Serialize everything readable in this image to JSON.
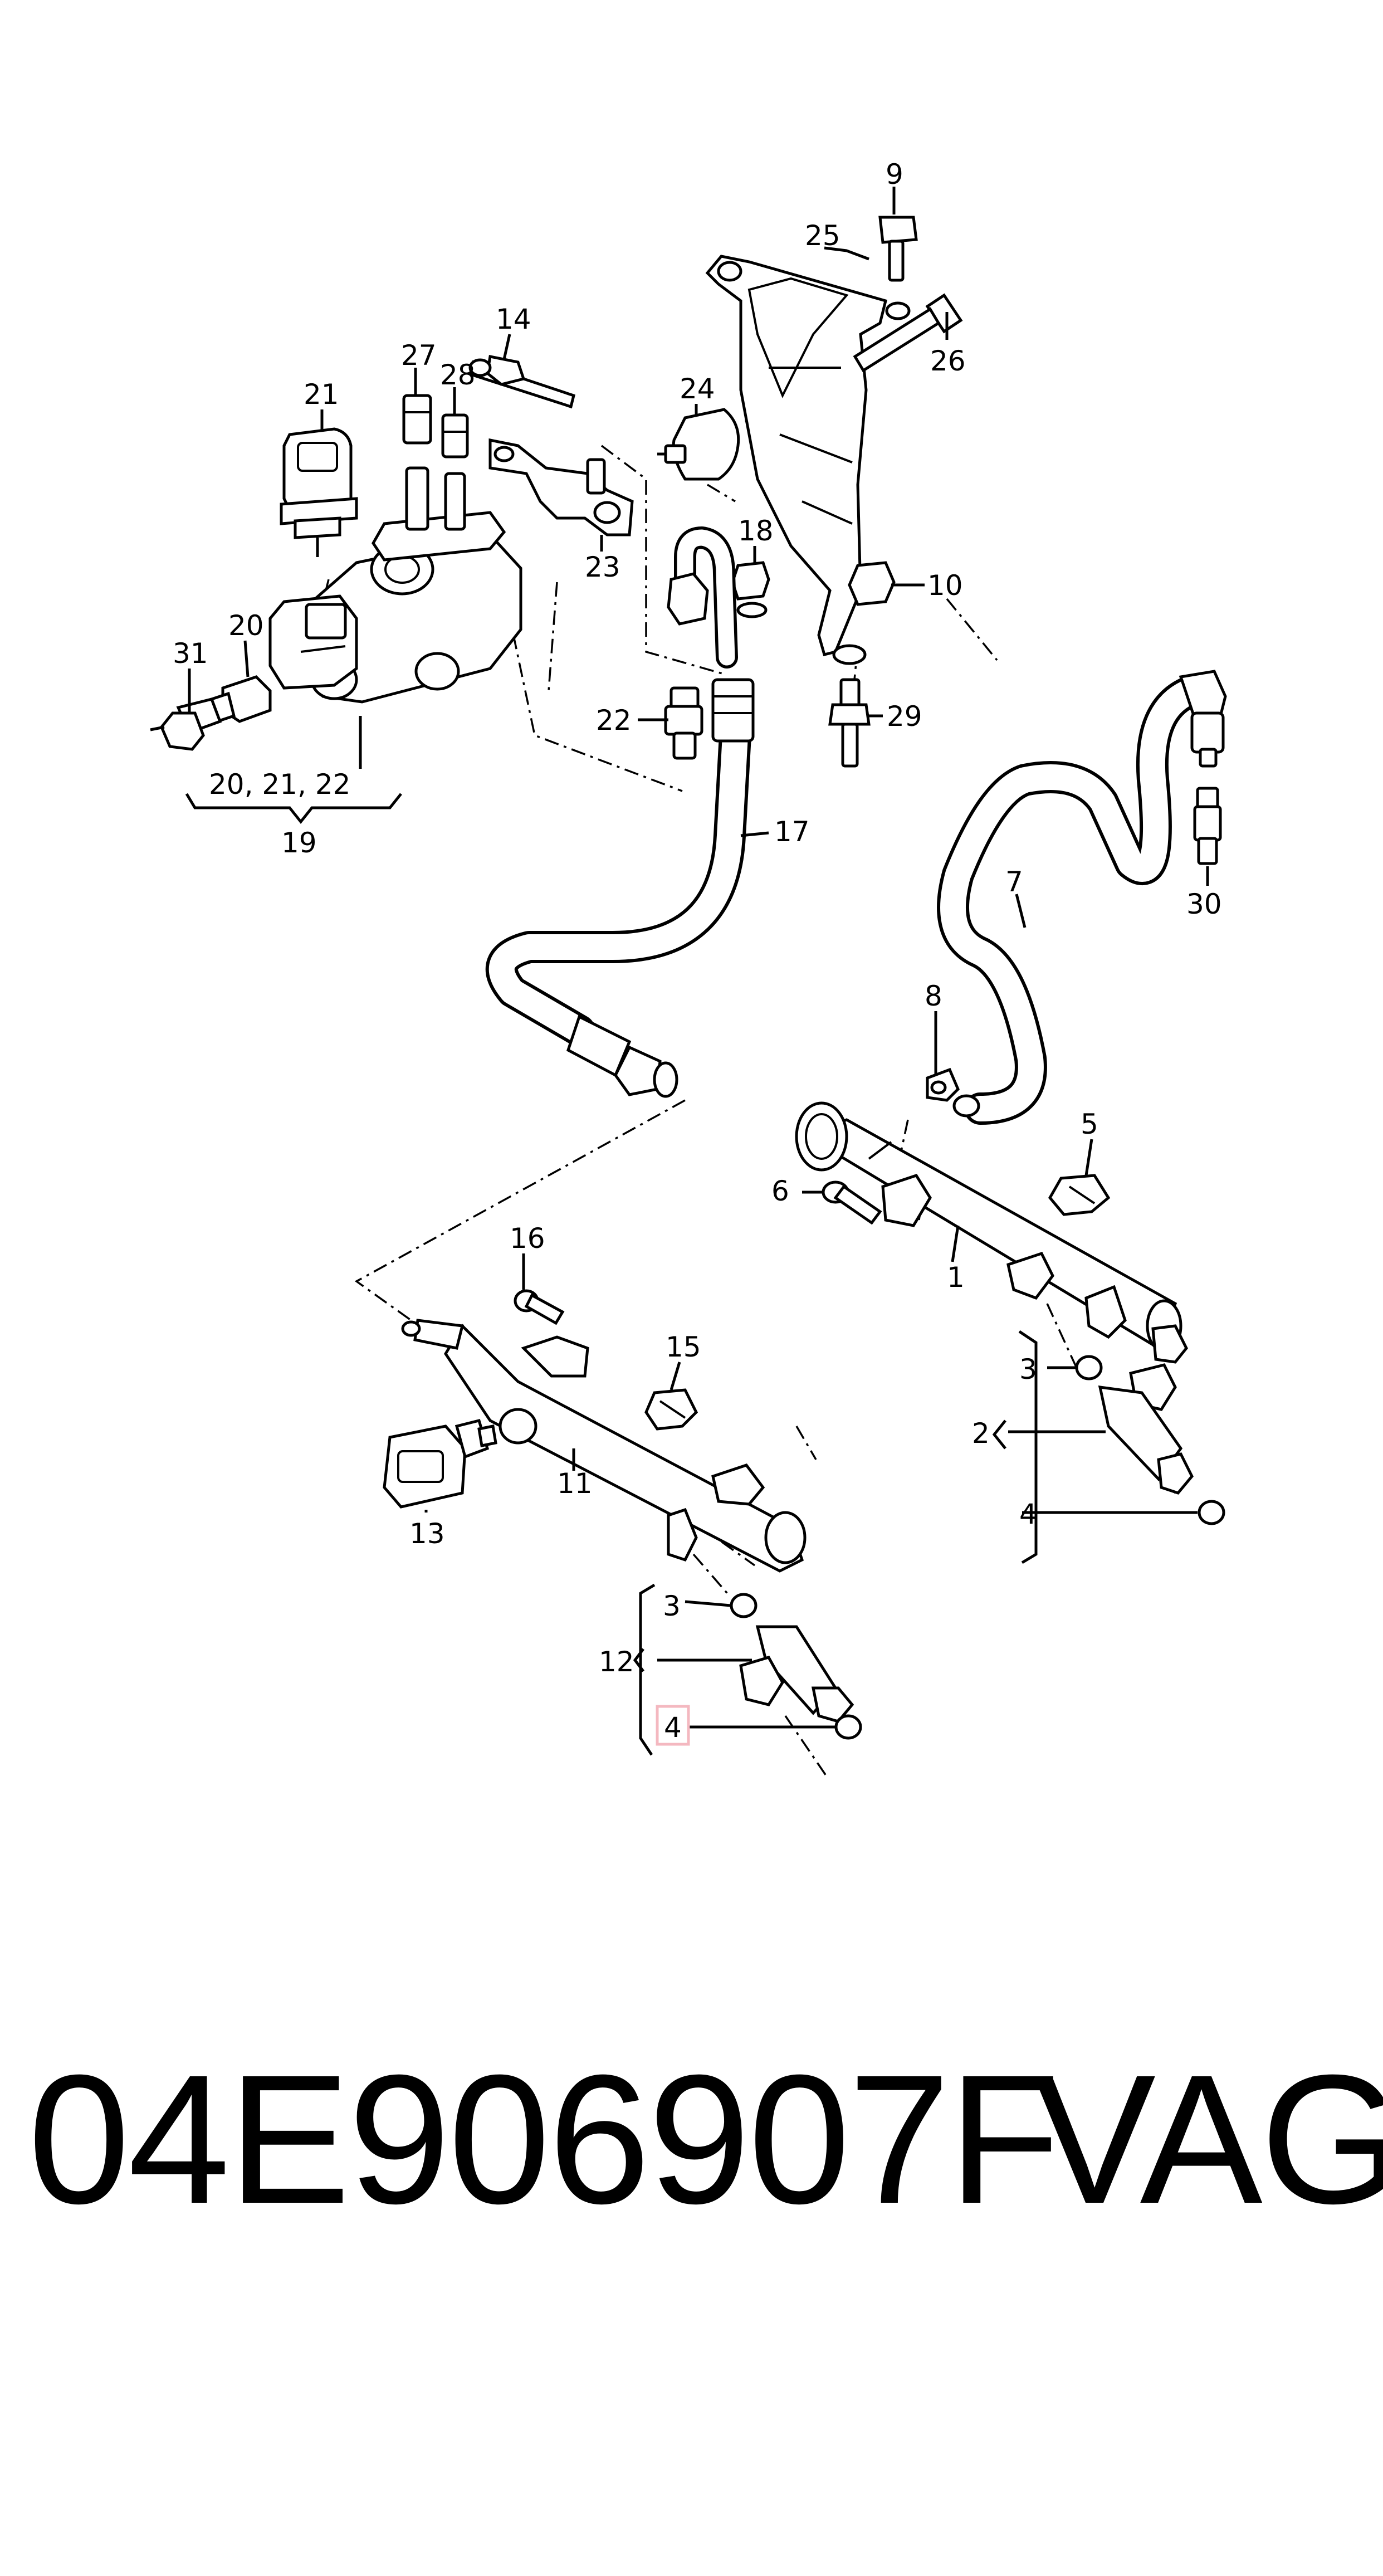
{
  "labels": {
    "l1": "1",
    "l2": "2",
    "l3a": "3",
    "l3b": "3",
    "l4a": "4",
    "l4b": "4",
    "l5": "5",
    "l6": "6",
    "l7": "7",
    "l8": "8",
    "l9": "9",
    "l10": "10",
    "l11": "11",
    "l12": "12",
    "l13": "13",
    "l14": "14",
    "l15": "15",
    "l16": "16",
    "l17": "17",
    "l18": "18",
    "l19": "19",
    "l20": "20",
    "l20_21_22": "20, 21, 22",
    "l21": "21",
    "l22": "22",
    "l23": "23",
    "l24": "24",
    "l25": "25",
    "l26": "26",
    "l27": "27",
    "l28": "28",
    "l29": "29",
    "l30": "30",
    "l31": "31"
  },
  "highlight": {
    "label": "4",
    "color": "#f4b8c0"
  },
  "caption": {
    "part_number": "04E906907F",
    "brand": "VAG"
  }
}
